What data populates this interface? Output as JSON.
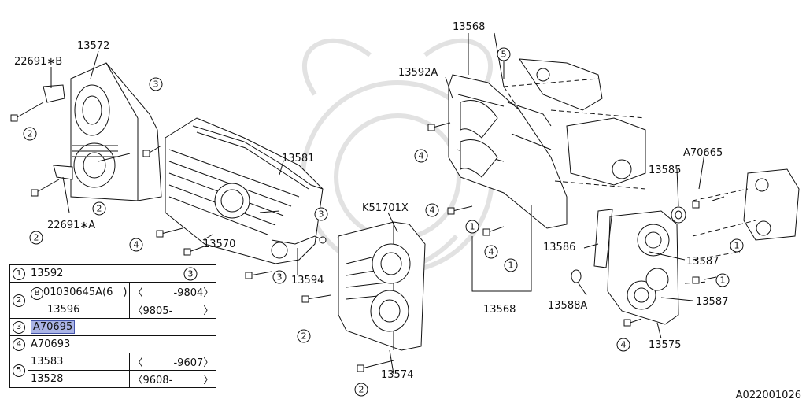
{
  "callouts": {
    "c1": "1",
    "c2": "2",
    "c3": "3",
    "c4": "4",
    "c5": "5"
  },
  "labels": {
    "p13572": "13572",
    "p22691b": "22691∗B",
    "p22691a": "22691∗A",
    "p13581": "13581",
    "p13570": "13570",
    "p13594": "13594",
    "pK51701X": "K51701X",
    "p13574": "13574",
    "p13568_top": "13568",
    "p13592A": "13592A",
    "p13568_bottom": "13568",
    "pA70665": "A70665",
    "p13585": "13585",
    "p13586": "13586",
    "p13587_a": "13587",
    "p13587_b": "13587",
    "p13588A": "13588A",
    "p13575": "13575"
  },
  "legend": {
    "r1": {
      "num": "1",
      "text": "13592"
    },
    "r2": {
      "num": "2",
      "b_mark": "B",
      "a_part": "01030645A(6　)",
      "a_range": "〈　　　-9804〉",
      "b_part": "13596",
      "b_range": "〈9805-　　　〉"
    },
    "r3": {
      "num": "3",
      "text": "A70695"
    },
    "r4": {
      "num": "4",
      "text": "A70693"
    },
    "r5": {
      "num": "5",
      "a_part": "13583",
      "a_range": "〈　　　-9607〉",
      "b_part": "13528",
      "b_range": "〈9608-　　　〉"
    }
  },
  "figure_code": "A022001026"
}
